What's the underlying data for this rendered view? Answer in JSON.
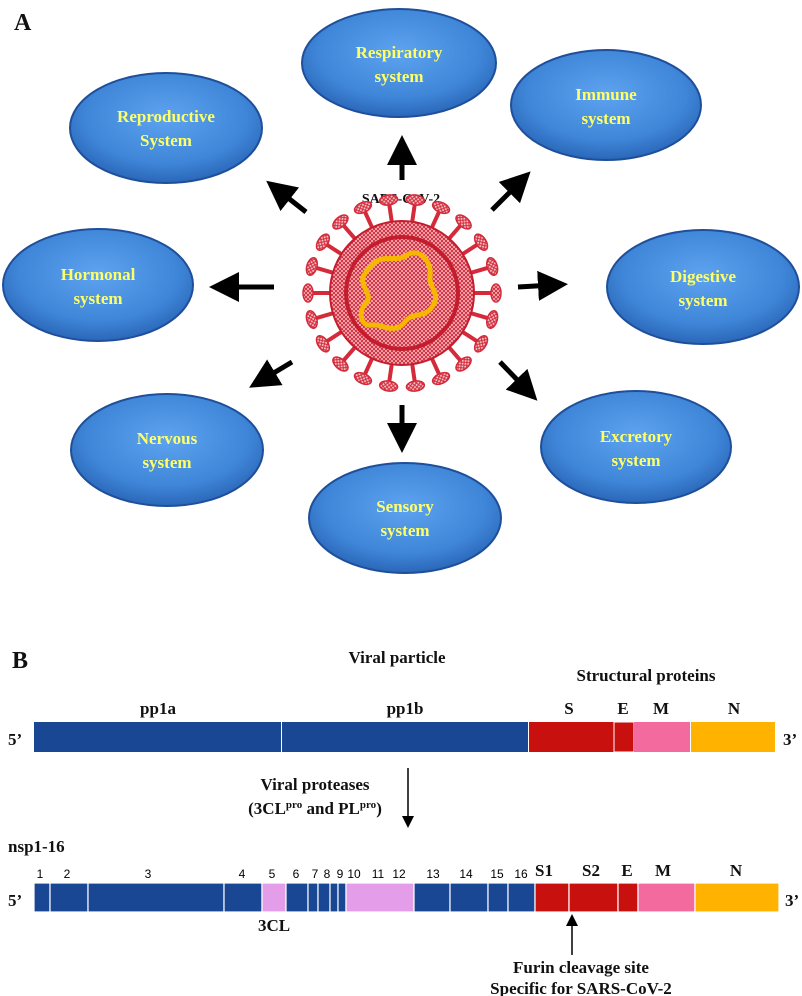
{
  "panel_a": {
    "label": "A",
    "virus_label": "SARS-CoV-2",
    "systems": [
      {
        "id": "respiratory",
        "line1": "Respiratory",
        "line2": "system"
      },
      {
        "id": "immune",
        "line1": "Immune",
        "line2": "system"
      },
      {
        "id": "digestive",
        "line1": "Digestive",
        "line2": "system"
      },
      {
        "id": "excretory",
        "line1": "Excretory",
        "line2": "system"
      },
      {
        "id": "sensory",
        "line1": "Sensory",
        "line2": "system"
      },
      {
        "id": "nervous",
        "line1": "Nervous",
        "line2": "system"
      },
      {
        "id": "hormonal",
        "line1": "Hormonal",
        "line2": "system"
      },
      {
        "id": "reproductive",
        "line1": "Reproductive",
        "line2": "System"
      }
    ],
    "colors": {
      "ellipse": "#4a8fe0",
      "ellipse_edge": "#1f4f9a",
      "label": "#ffff66",
      "virus": "#d42a3a",
      "rna": "#f5b800"
    }
  },
  "panel_b": {
    "label": "B",
    "title": "Viral particle",
    "structural_title": "Structural proteins",
    "five_prime": "5’",
    "three_prime": "3’",
    "top_bar": {
      "pp1a": "pp1a",
      "pp1b": "pp1b",
      "S": "S",
      "E": "E",
      "M": "M",
      "N": "N"
    },
    "proteases": {
      "line1": "Viral proteases",
      "line2_prefix": "(3CL",
      "sup1": "pro",
      "line2_mid": " and PL",
      "sup2": "pro",
      "line2_suffix": ")"
    },
    "nsp_title": "nsp1-16",
    "nsp_numbers": [
      "1",
      "2",
      "3",
      "4",
      "5",
      "6",
      "7",
      "8",
      "9",
      "10",
      "11",
      "12",
      "13",
      "14",
      "15",
      "16"
    ],
    "bottom_bar": {
      "S1": "S1",
      "S2": "S2",
      "E": "E",
      "M": "M",
      "N": "N"
    },
    "three_cl": "3CL",
    "furin_line1": "Furin cleavage site",
    "furin_line2": "Specific for SARS-CoV-2",
    "colors": {
      "blue": "#1a4793",
      "pink": "#e49de8",
      "red": "#c8100f",
      "magenta": "#f26a9e",
      "orange": "#ffb300"
    }
  }
}
